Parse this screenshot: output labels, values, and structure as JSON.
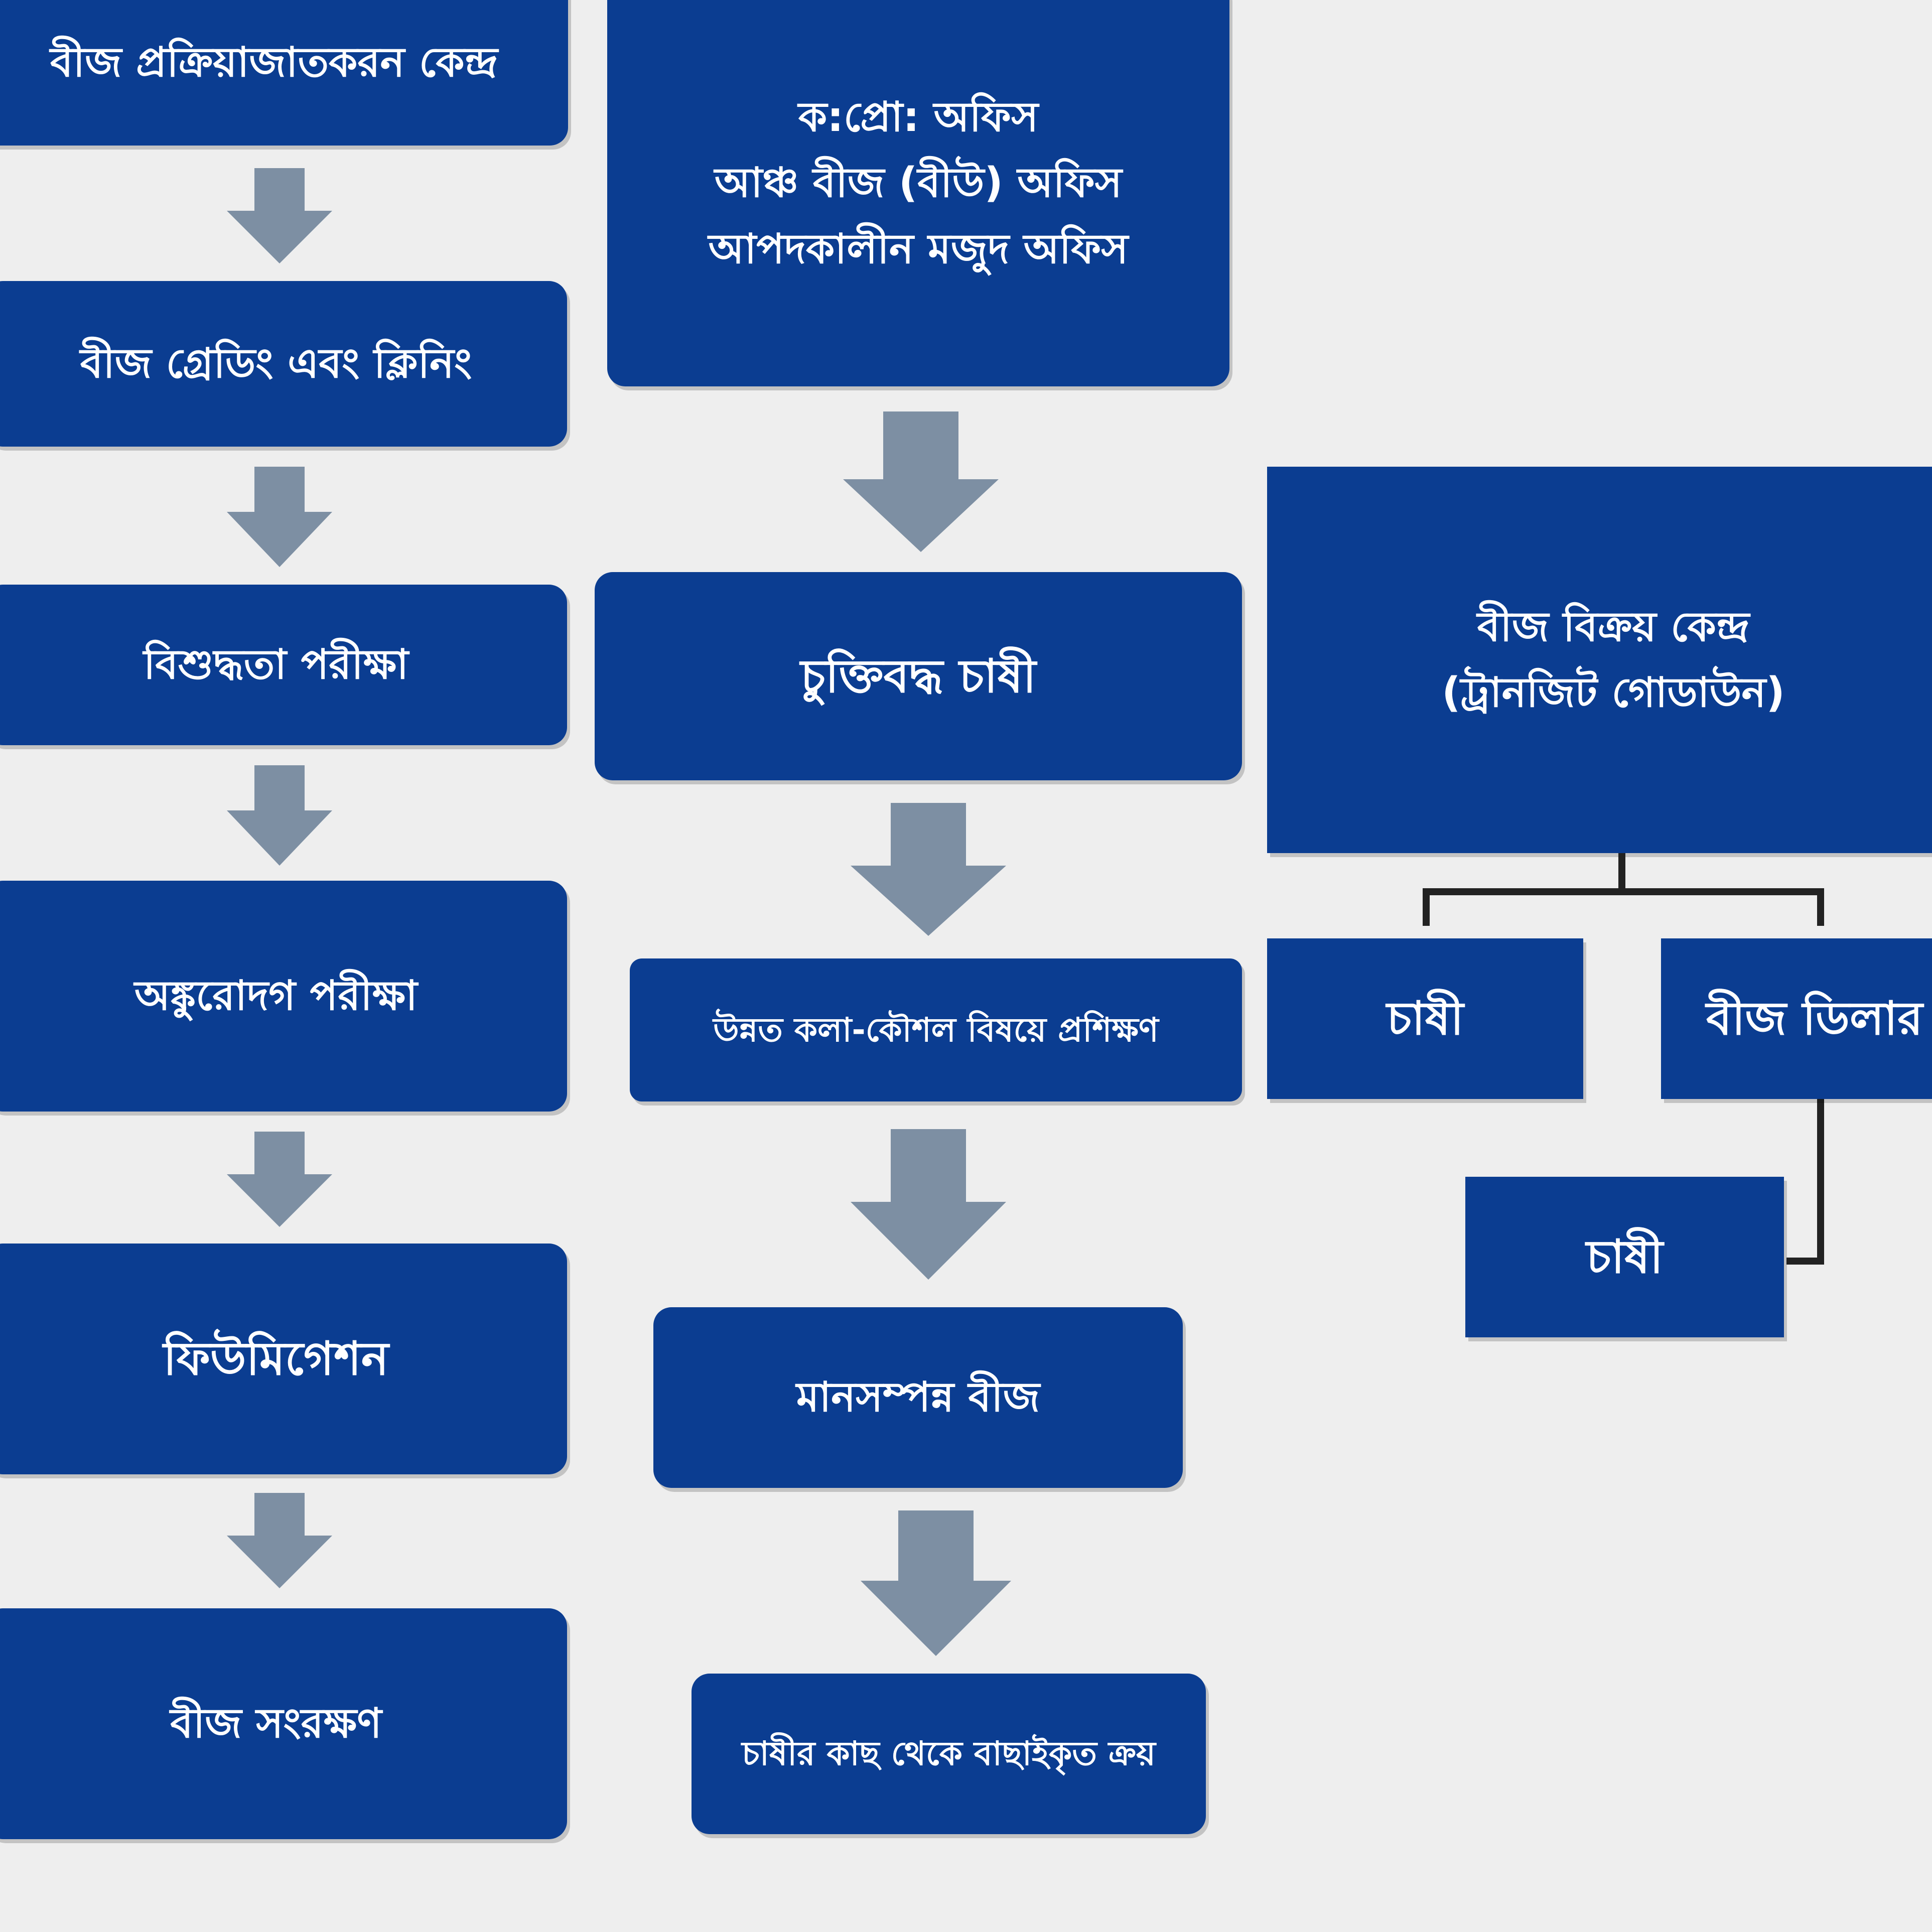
{
  "left_column": [
    "বীজ প্রক্রিয়াজাতকরন কেন্দ্র",
    "বীজ গ্রেডিং এবং ক্লিনিং",
    "বিশুদ্ধতা পরীক্ষা",
    "অঙ্কুরোদগ পরীক্ষা",
    "ফিউমিগেশন",
    "বীজ সংরক্ষণ"
  ],
  "middle_top": [
    "ক:প্রো: অফিস",
    "আঞ্চ বীজ (বীউ) অফিস",
    "আপদকালীন মজুদ অফিস"
  ],
  "middle_column": [
    "চুক্তিবদ্ধ চাষী",
    "উন্নত কলা-কৌশল বিষয়ে প্রশিক্ষণ",
    "মানসম্পন্ন বীজ",
    "চাষীর কাছ থেকে বাছাইকৃত ক্রয়"
  ],
  "right_top": {
    "line1": "বীজ বিক্রয় কেন্দ্র",
    "line2": "(ট্রানজিট গোডাউন)"
  },
  "right_children": {
    "farmer1": "চাষী",
    "dealer": "বীজ ডিলার",
    "farmer2": "চাষী"
  },
  "colors": {
    "box": "#0b3d91",
    "arrow": "#7d8fa3",
    "background": "#eeeeee"
  }
}
